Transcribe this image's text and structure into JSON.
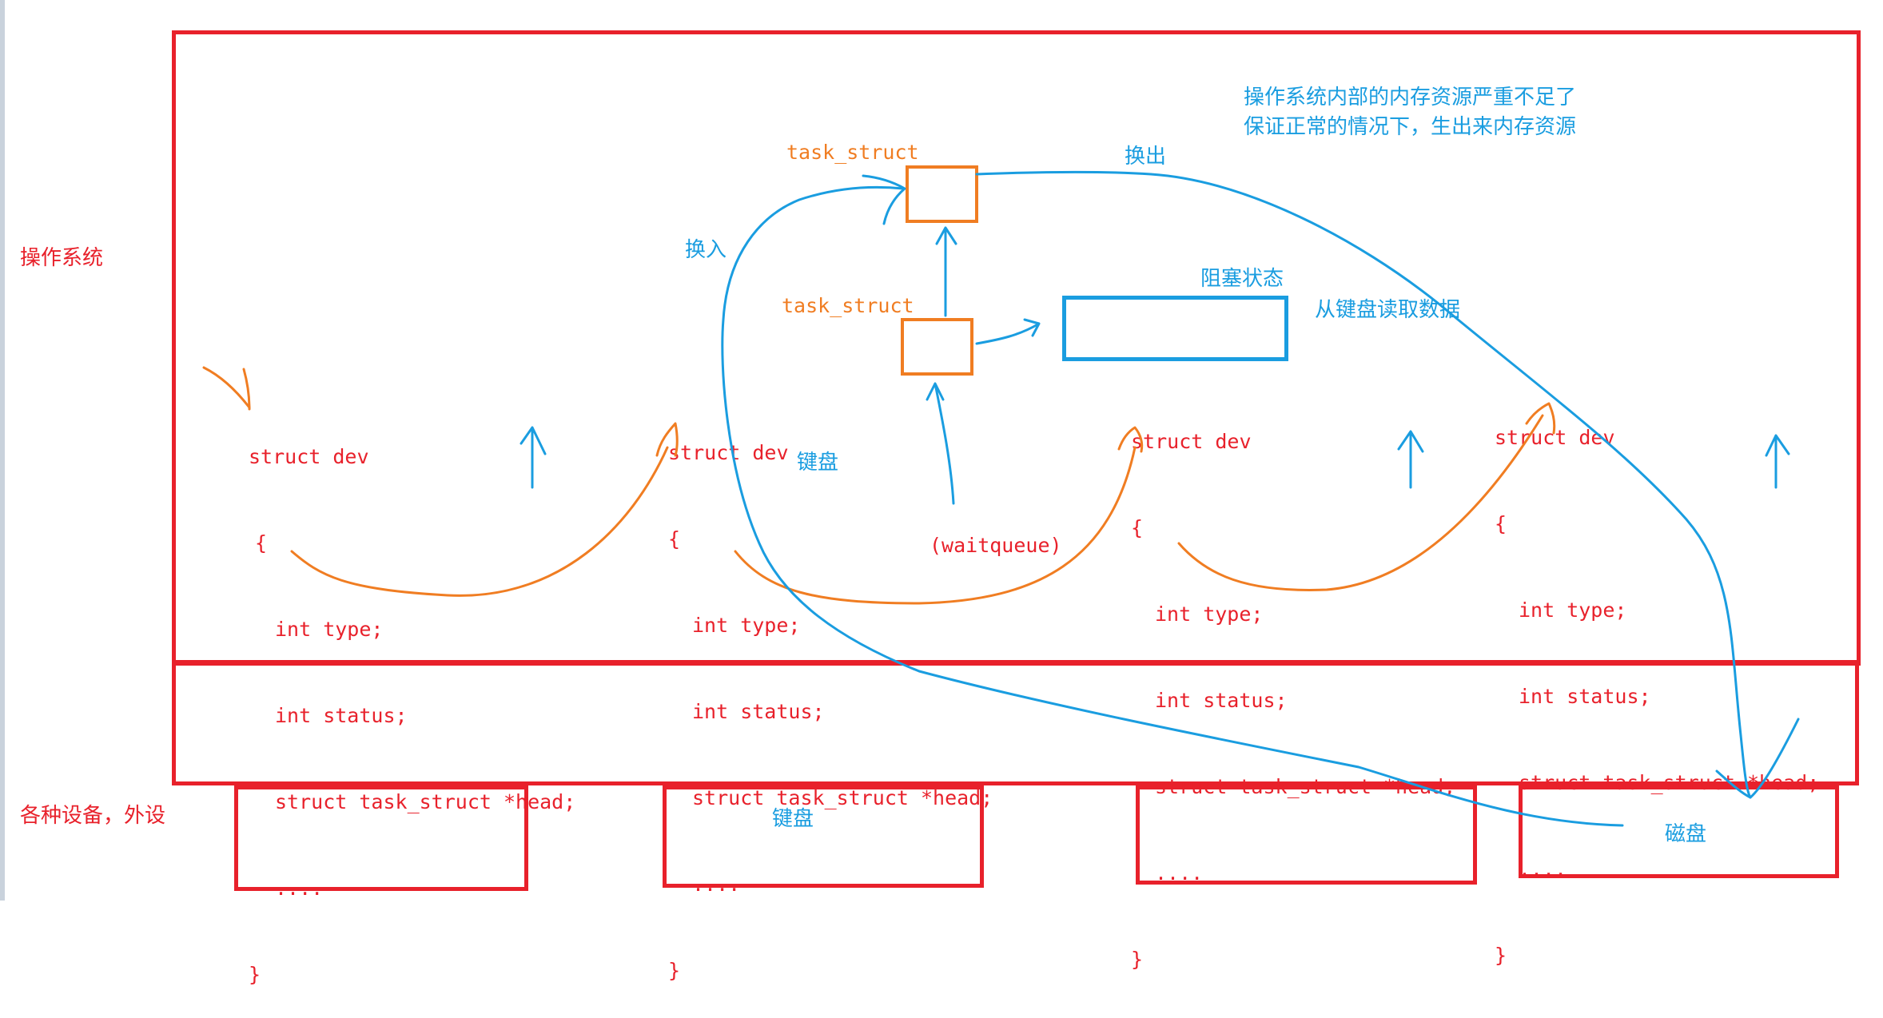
{
  "labels": {
    "os": "操作系统",
    "devices": "各种设备，外设",
    "note_line1": "操作系统内部的内存资源严重不足了",
    "note_line2": "保证正常的情况下，生出来内存资源",
    "swap_out": "换出",
    "swap_in": "换入",
    "blocked_state": "阻塞状态",
    "read_keyboard": "从键盘读取数据",
    "task_struct_top": "task_struct",
    "task_struct_mid": "task_struct",
    "keyboard_inline": "键盘",
    "waitqueue": "(waitqueue)",
    "device_keyboard": "键盘",
    "device_disk": "磁盘"
  },
  "structs": [
    {
      "head": "struct dev",
      "open": "{",
      "f1": "int type;",
      "f2": "int status;",
      "f3": "struct task_struct *head;",
      "dots": "....",
      "close": "}"
    },
    {
      "head": "struct dev",
      "open": "{",
      "f1": "int type;",
      "f2": "int status;",
      "f3": "struct task_struct *head;",
      "dots": "....",
      "close": "}"
    },
    {
      "head": "struct dev",
      "open": "{",
      "f1": "int type;",
      "f2": "int status;",
      "f3": "struct task_struct *head;",
      "dots": "....",
      "close": "}"
    },
    {
      "head": "struct dev",
      "open": "{",
      "f1": "int type;",
      "f2": "int status;",
      "f3": "struct task_struct *head;",
      "dots": "....",
      "close": "}"
    }
  ],
  "colors": {
    "red": "#e8212b",
    "blue": "#1a9de0",
    "orange": "#f07d22"
  }
}
